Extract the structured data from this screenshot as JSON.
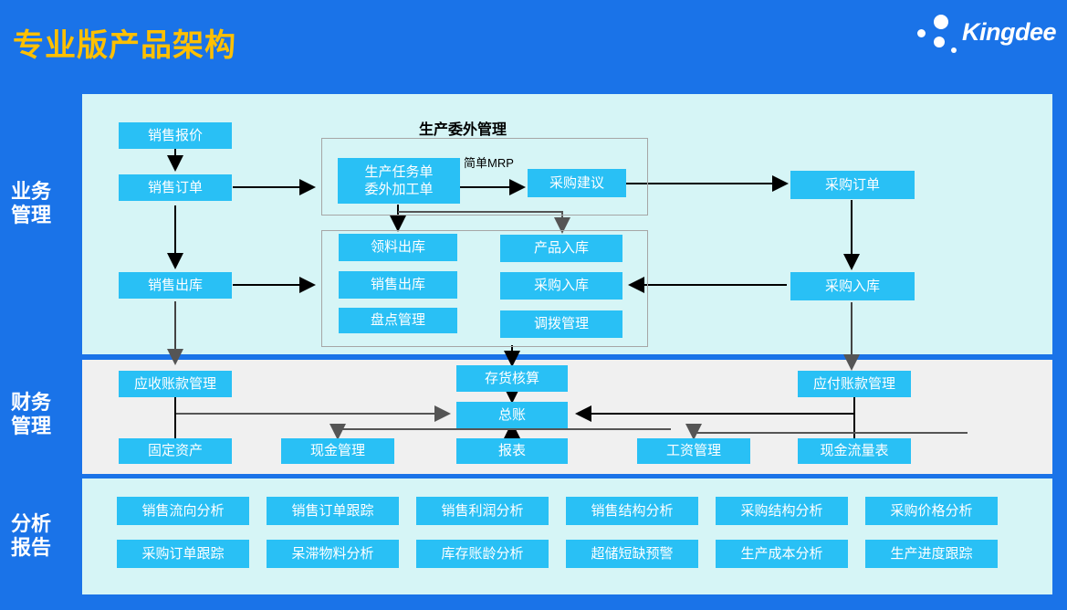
{
  "header": {
    "title": "专业版产品架构",
    "brand": "Kingdee",
    "title_color": "#ffc000",
    "header_bg": "#1a73e8"
  },
  "rails": [
    {
      "label": "业务\n管理",
      "name": "business-management"
    },
    {
      "label": "财务\n管理",
      "name": "finance-management"
    },
    {
      "label": "分析\n报告",
      "name": "analysis-report"
    }
  ],
  "colors": {
    "node": "#29c0f5",
    "biz_panel": "#d6f5f6",
    "fin_panel": "#f0f0f0",
    "ana_panel": "#d6f5f6",
    "wire": "#000000",
    "group_border": "#a6a6a6"
  },
  "business": {
    "group_caption": "生产委外管理",
    "edge_label_mrp": "简单MRP",
    "nodes": {
      "sales_quote": "销售报价",
      "sales_order": "销售订单",
      "sales_outbound_left": "销售出库",
      "production_task": "生产任务单\n委外加工单",
      "purchase_advice": "采购建议",
      "purchase_order": "采购订单",
      "purchase_inbound_right": "采购入库",
      "material_outbound": "领料出库",
      "sales_outbound_inv": "销售出库",
      "stocktake": "盘点管理",
      "product_inbound": "产品入库",
      "purchase_inbound_inv": "采购入库",
      "transfer": "调拨管理"
    }
  },
  "finance": {
    "nodes": {
      "receivables": "应收账款管理",
      "inventory_accounting": "存货核算",
      "payables": "应付账款管理",
      "general_ledger": "总账",
      "fixed_assets": "固定资产",
      "cash_management": "现金管理",
      "reports": "报表",
      "payroll": "工资管理",
      "cash_flow": "现金流量表"
    }
  },
  "analysis": {
    "row1": [
      "销售流向分析",
      "销售订单跟踪",
      "销售利润分析",
      "销售结构分析",
      "采购结构分析",
      "采购价格分析"
    ],
    "row2": [
      "采购订单跟踪",
      "呆滞物料分析",
      "库存账龄分析",
      "超储短缺预警",
      "生产成本分析",
      "生产进度跟踪"
    ]
  }
}
